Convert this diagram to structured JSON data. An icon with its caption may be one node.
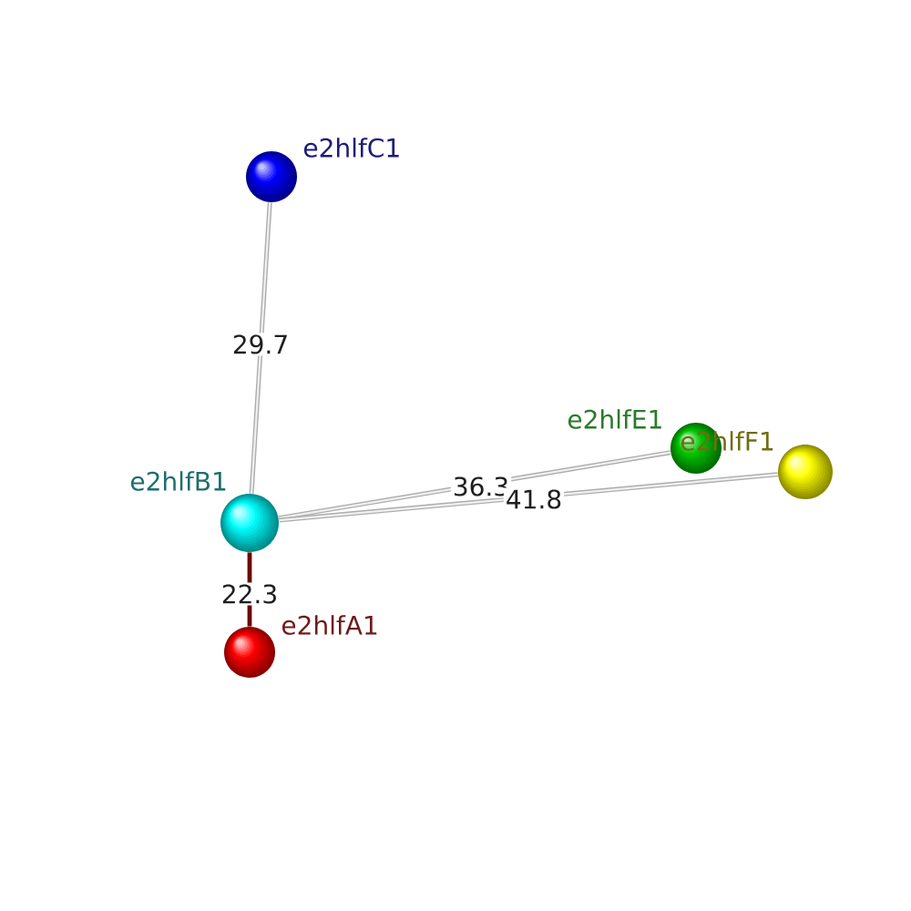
{
  "diagram": {
    "nodes": [
      {
        "text": [],
        "shape": "circle",
        "beside": [
          "e2hlfC1"
        ]
      },
      {
        "text": [],
        "shape": "circle",
        "beside": [
          "e2hlfE1"
        ]
      },
      {
        "text": [],
        "shape": "circle",
        "beside": [
          "e2hlfF1"
        ]
      },
      {
        "text": [],
        "shape": "circle",
        "beside": [
          "e2hlfB1"
        ]
      },
      {
        "text": [],
        "shape": "circle",
        "beside": [
          "e2hlfA1"
        ]
      }
    ],
    "edges": [
      {
        "from": 0,
        "to": 3,
        "arrow": "none",
        "label": "29.7"
      },
      {
        "from": 3,
        "to": 1,
        "arrow": "none",
        "label": "36.3"
      },
      {
        "from": 3,
        "to": 2,
        "arrow": "none",
        "label": "41.8"
      },
      {
        "from": 3,
        "to": 4,
        "arrow": "none",
        "label": "22.3",
        "color": "#6e0000"
      }
    ]
  }
}
